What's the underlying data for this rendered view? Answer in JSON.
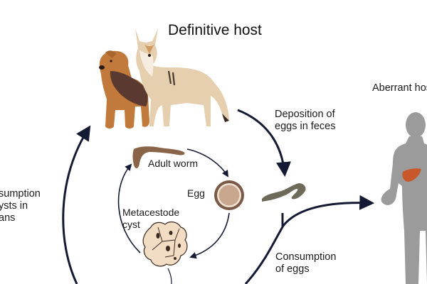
{
  "diagram": {
    "title": "Definitive host",
    "aberrant_host_label": "Aberrant host",
    "labels": {
      "deposition": "Deposition of\neggs in feces",
      "consumption_eggs": "Consumption\nof eggs",
      "consumption_cysts": "sumption\nysts in\nans",
      "adult_worm": "Adult worm",
      "egg": "Egg",
      "metacestode": "Metacestode\ncyst"
    },
    "colors": {
      "arrow": "#141a33",
      "human": "#9b9b9b",
      "liver": "#c8582a",
      "dog_tan": "#c27a3c",
      "dog_saddle": "#5a3a30",
      "coyote": "#e6cfae",
      "worm": "#8a6448",
      "feces": "#6e6a5a",
      "egg_shell": "#7a5a46",
      "egg_inner": "#c9a78f",
      "cyst": "#f3dcc4"
    }
  }
}
